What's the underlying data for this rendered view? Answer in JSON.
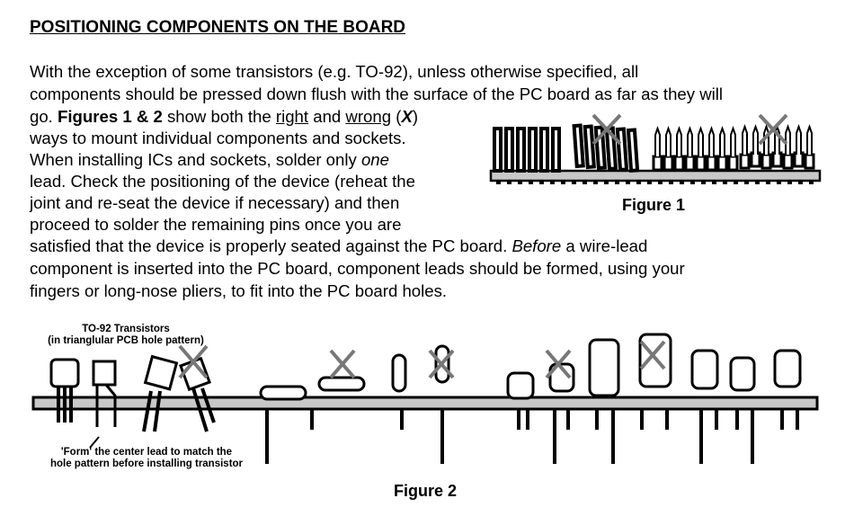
{
  "title": "POSITIONING COMPONENTS ON THE BOARD",
  "lines": {
    "l1": "With the exception of some transistors (e.g. TO-92), unless otherwise specified, all",
    "l2": "components should be pressed down flush with the surface of the PC board as far as they will",
    "l3a": "go. ",
    "l3b": "Figures 1 & 2",
    "l3c": " show both the ",
    "l3d": "right",
    "l3e": " and ",
    "l3f": "wrong",
    "l3g": " (",
    "l3h": "X",
    "l3i": ")",
    "l4": "ways to mount individual components  and sockets.",
    "l5a": "When installing ICs and sockets, solder only ",
    "l5b": "one",
    "l6": "lead. Check the positioning of the device (reheat the",
    "l7": "joint and re-seat the device if necessary) and then",
    "l8": "proceed to solder the remaining pins once you are",
    "l9": "satisfied that the device is properly seated against the PC board. ",
    "l9b": "Before",
    "l9c": " a wire-lead",
    "l10": "component is inserted into the PC board, component leads should be formed, using your",
    "l11": "fingers or long-nose pliers, to fit into the PC board holes."
  },
  "figure1": {
    "caption": "Figure 1"
  },
  "figure2": {
    "caption": "Figure 2",
    "label_top_1": "TO-92 Transistors",
    "label_top_2": "(in trianglular PCB hole pattern)",
    "label_bottom_1": "'Form' the center lead to match the",
    "label_bottom_2": "hole pattern before installing transistor"
  }
}
